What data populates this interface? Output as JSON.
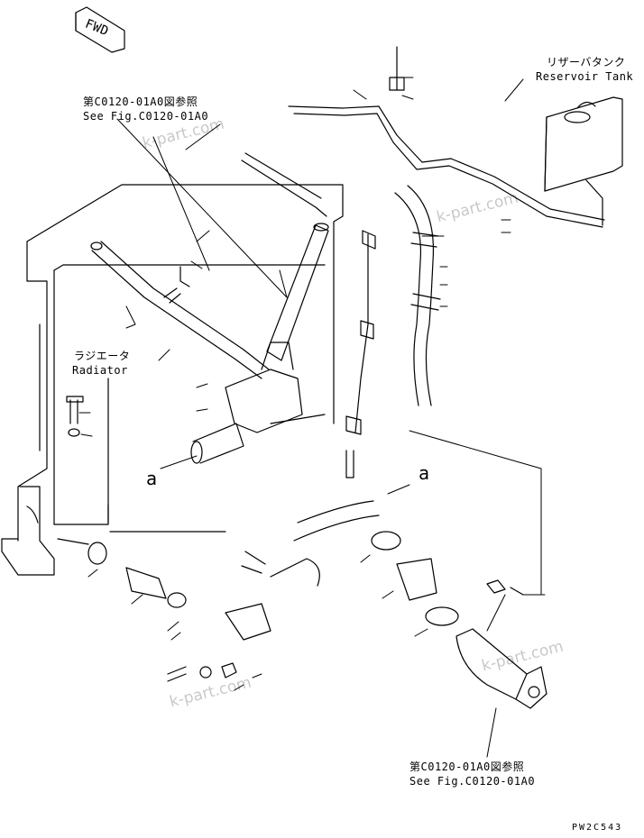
{
  "labels": {
    "fwd": "FWD",
    "ref_top_jp": "第C0120-01A0図参照",
    "ref_top_en": "See Fig.C0120-01A0",
    "reservoir_jp": "リザーバタンク",
    "reservoir_en": "Reservoir Tank",
    "radiator_jp": "ラジエータ",
    "radiator_en": "Radiator",
    "arrow_a_left": "a",
    "arrow_a_right": "a",
    "ref_bottom_jp": "第C0120-01A0図参照",
    "ref_bottom_en": "See Fig.C0120-01A0",
    "drawing_code": "PW2C543"
  },
  "watermark": "k-part.com",
  "colors": {
    "line": "#000000",
    "background": "#ffffff"
  }
}
